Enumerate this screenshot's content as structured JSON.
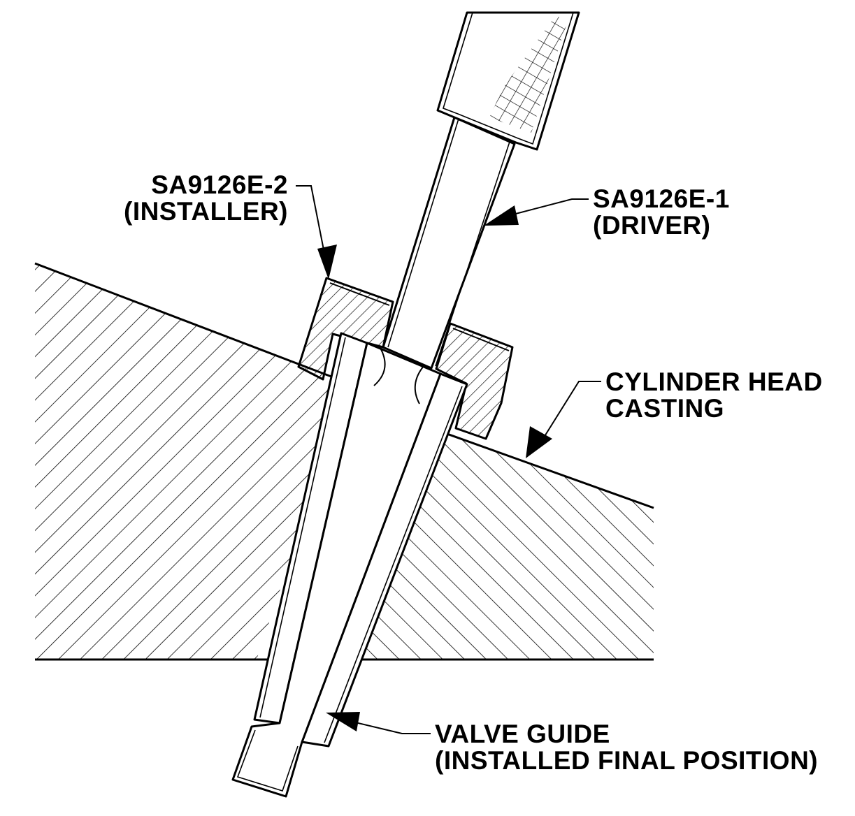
{
  "labels": {
    "installer": {
      "part": "SA9126E-2",
      "desc": "(INSTALLER)"
    },
    "driver": {
      "part": "SA9126E-1",
      "desc": "(DRIVER)"
    },
    "head": {
      "line1": "CYLINDER HEAD",
      "line2": "CASTING"
    },
    "guide": {
      "line1": "VALVE GUIDE",
      "line2": "(INSTALLED FINAL POSITION)"
    }
  },
  "colors": {
    "ink": "#000000",
    "paper": "#ffffff"
  }
}
